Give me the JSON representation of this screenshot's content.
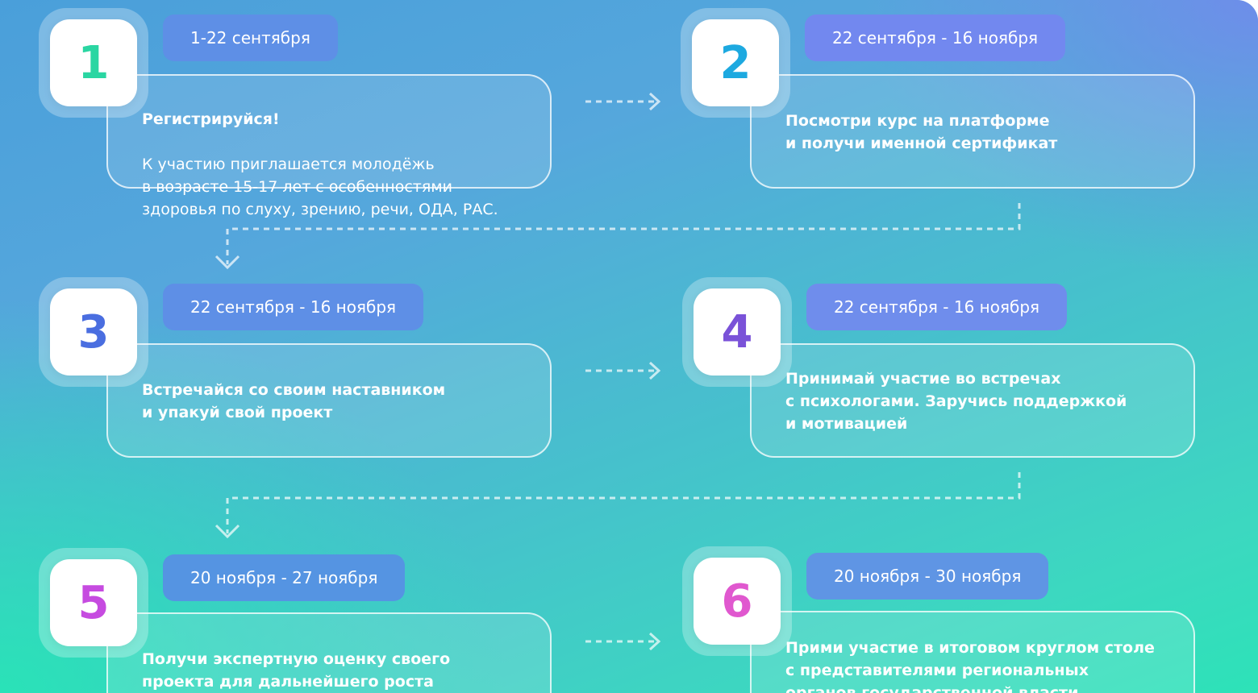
{
  "steps": [
    {
      "number": "1",
      "number_color": "#2ad6a2",
      "date": "1-22 сентября",
      "date_bg": "#5e8fe6",
      "title": "Регистрируйся!",
      "text": "К участию приглашается молодёжь\nв возрасте 15-17 лет с особенностями\nздоровья по слуху, зрению, речи, ОДА, РАС."
    },
    {
      "number": "2",
      "number_color": "#1da9e0",
      "date": "22 сентября - 16 ноября",
      "date_bg": "#7288ef",
      "text": "Посмотри курс на платформе\nи получи именной сертификат"
    },
    {
      "number": "3",
      "number_color": "#4a6ee0",
      "date": "22 сентября - 16 ноября",
      "date_bg": "#5e8fe6",
      "text": "Встречайся со своим наставником\nи упакуй свой проект"
    },
    {
      "number": "4",
      "number_color": "#7a52d8",
      "date": "22 сентября - 16 ноября",
      "date_bg": "#6f8dec",
      "text": "Принимай участие во встречах\nс психологами. Заручись поддержкой\nи мотивацией"
    },
    {
      "number": "5",
      "number_color": "#c64be0",
      "date": "20 ноября - 27 ноября",
      "date_bg": "#5594e2",
      "text": "Получи экспертную оценку своего\nпроекта для дальнейшего роста"
    },
    {
      "number": "6",
      "number_color": "#e058cf",
      "date": "20 ноября - 30 ноября",
      "date_bg": "#5f95e4",
      "text": "Прими участие в итоговом круглом столе\nс представителями региональных\nорганов государственной власти"
    }
  ]
}
